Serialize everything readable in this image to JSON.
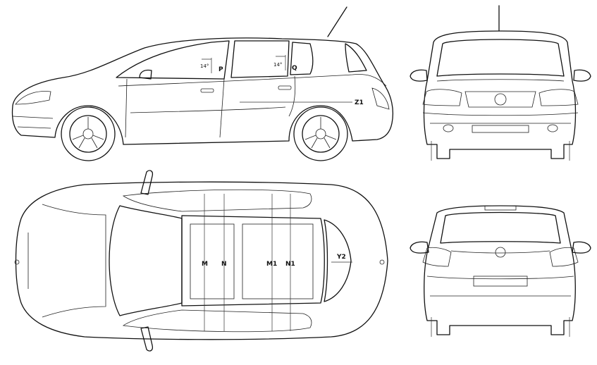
{
  "side_view": {
    "angle_p": "14°",
    "label_p": "P",
    "angle_q": "14°",
    "label_q": "Q",
    "label_z1": "Z1"
  },
  "top_view": {
    "label_m": "M",
    "label_n": "N",
    "label_m1": "M1",
    "label_n1": "N1",
    "label_y2": "Y2"
  },
  "colors": {
    "line": "#111111",
    "background": "#ffffff"
  }
}
